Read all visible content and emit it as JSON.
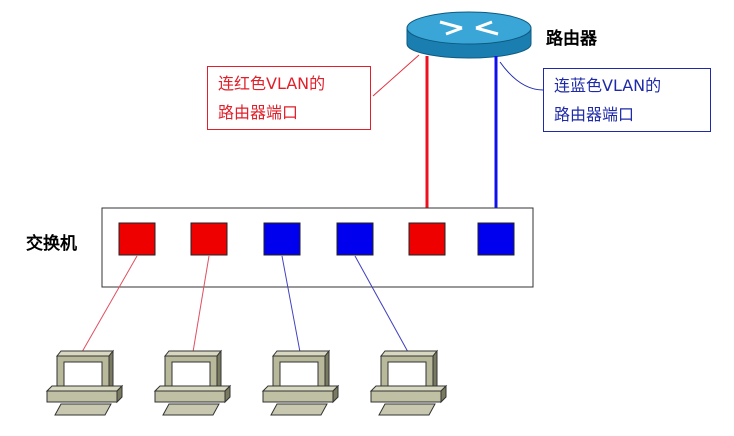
{
  "router": {
    "label": "路由器"
  },
  "switch": {
    "label": "交换机"
  },
  "red_callout": {
    "line1": "连红色VLAN的",
    "line2": "路由器端口",
    "color": "#e0202a"
  },
  "blue_callout": {
    "line1": "连蓝色VLAN的",
    "line2": "路由器端口",
    "color": "#1e2aa8"
  },
  "ports": [
    "red",
    "red",
    "blue",
    "blue",
    "red",
    "blue"
  ],
  "colors": {
    "red": "#ee0000",
    "blue": "#0000ee",
    "red_line": "#e03040",
    "blue_line": "#3030c0"
  }
}
